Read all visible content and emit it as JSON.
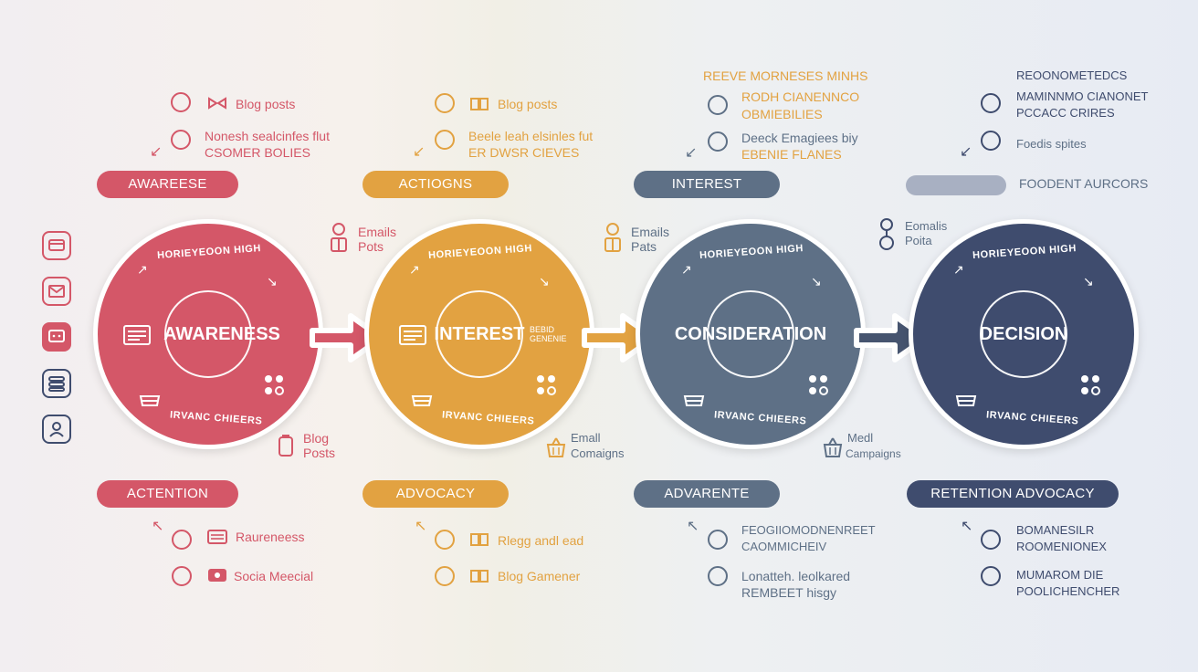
{
  "colors": {
    "red": "#d45768",
    "orange": "#e2a241",
    "slate": "#5e7086",
    "navy": "#3f4c6e",
    "grey_pill": "#a8b0c2"
  },
  "left_icons": [
    "card-icon",
    "mail-icon",
    "chat-icon",
    "stack-icon",
    "user-icon"
  ],
  "stages": [
    {
      "title": "AWARENESS",
      "arc": "HORIEYEOON HIGH",
      "bottom": "IRVANC CHIEERS",
      "side_note": "",
      "top_pill": "AWAREESE",
      "bottom_pill": "ACTENTION",
      "top_items": [
        {
          "line1": "Blog posts",
          "line2": ""
        },
        {
          "line1": "Nonesh sealcinfes flut",
          "line2": "CSOMER BOLIES"
        }
      ],
      "bottom_items": [
        {
          "line1": "Raureneess",
          "line2": ""
        },
        {
          "line1": "Socia Meecial",
          "line2": ""
        }
      ],
      "after_label": {
        "line1": "Emails",
        "line2": "Pots"
      },
      "below_label": {
        "line1": "Blog",
        "line2": "Posts"
      }
    },
    {
      "title": "INTEREST",
      "arc": "HORIEYEOON HIGH",
      "bottom": "IRVANC CHIEERS",
      "side_note": "BEBID GENENIE",
      "top_pill": "ACTIOGNS",
      "bottom_pill": "ADVOCACY",
      "top_items": [
        {
          "line1": "Blog posts",
          "line2": ""
        },
        {
          "line1": "Beele leah elsinles fut",
          "line2": "ER DWSR CIEVES"
        }
      ],
      "bottom_items": [
        {
          "line1": "Rlegg andl ead",
          "line2": ""
        },
        {
          "line1": "Blog Gamener",
          "line2": ""
        }
      ],
      "after_label": {
        "line1": "Emails",
        "line2": "Pats"
      },
      "below_label": {
        "line1": "Emall",
        "line2": "Comaigns"
      }
    },
    {
      "title": "CONSIDERATION",
      "arc": "HORIEYEOON HIGH",
      "bottom": "IRVANC CHIEERS",
      "side_note": "",
      "top_pill": "INTEREST",
      "bottom_pill": "ADVARENTE",
      "top_heading": "REEVE MORNESES MINHS",
      "top_items": [
        {
          "line1": "RODH CIANENNCO",
          "line2": "OBMIEBILIES"
        },
        {
          "line1": "Deeck Emagiees biy",
          "line2": "EBENIE FLANES"
        }
      ],
      "bottom_items": [
        {
          "line1": "FEOGIIOMODNENREET",
          "line2": "CAOMMICHEIV"
        },
        {
          "line1": "Lonatteh. leolkared",
          "line2": "REMBEET hisgy"
        }
      ],
      "after_label": {
        "line1": "Eomalis",
        "line2": "Poita"
      },
      "below_label": {
        "line1": "Medl",
        "line2": "Campaigns"
      }
    },
    {
      "title": "DECISION",
      "arc": "HORIEYEOON HIGH",
      "bottom": "IRVANC CHIEERS",
      "side_note": "",
      "top_pill": "",
      "top_pill_side": "FOODENT AURCORS",
      "bottom_pill": "RETENTION ADVOCACY",
      "top_heading": "REOONOMETEDCS",
      "top_items": [
        {
          "line1": "MAMINNMO CIANONET",
          "line2": "PCCACC CRIRES"
        },
        {
          "line1": "Foedis spites",
          "line2": ""
        }
      ],
      "bottom_items": [
        {
          "line1": "BOMANESILR",
          "line2": "ROOMENIONEX"
        },
        {
          "line1": "MUMAROM DIE",
          "line2": "POOLICHENCHER"
        }
      ]
    }
  ]
}
